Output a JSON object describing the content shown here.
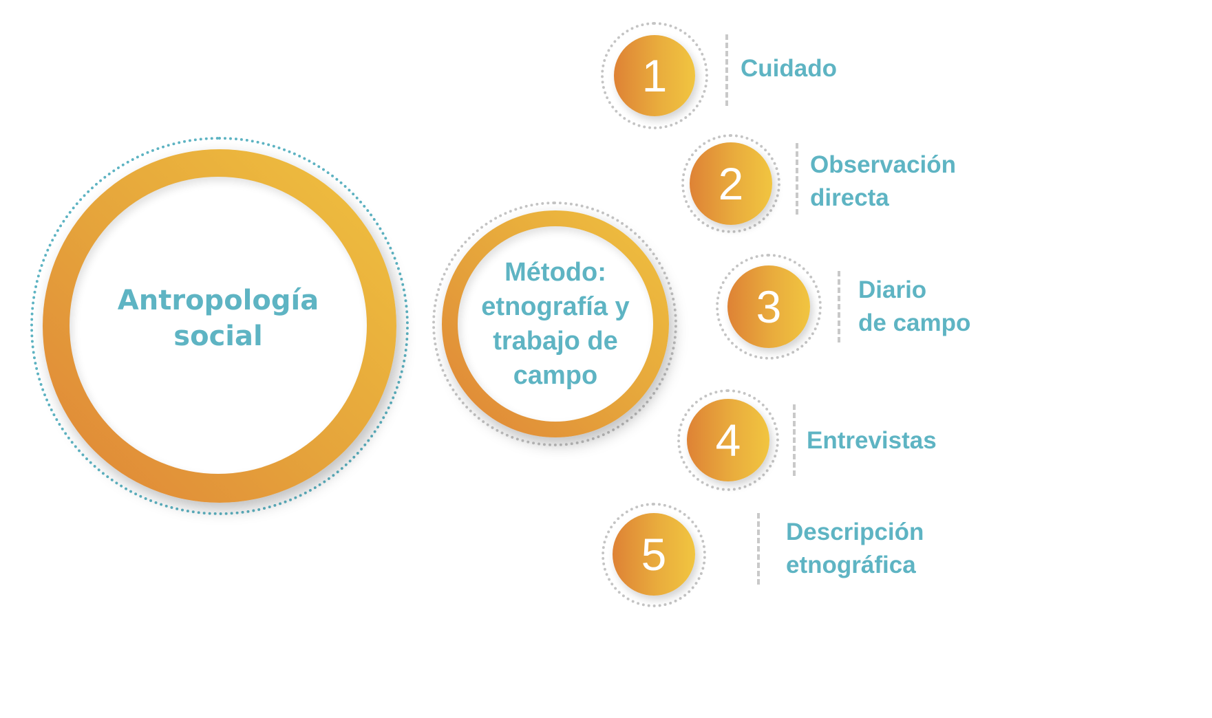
{
  "main": {
    "title": "Antropología\nsocial"
  },
  "method": {
    "title": "Método:\netnografía y\ntrabajo de\ncampo"
  },
  "steps": [
    {
      "number": "1",
      "label": "Cuidado"
    },
    {
      "number": "2",
      "label": "Observación\ndirecta"
    },
    {
      "number": "3",
      "label": "Diario\nde campo"
    },
    {
      "number": "4",
      "label": "Entrevistas"
    },
    {
      "number": "5",
      "label": "Descripción\netnográfica"
    }
  ],
  "colors": {
    "accent_text": "#5eb4c3",
    "gold_start": "#de8235",
    "gold_end": "#f1c540",
    "dotted_blue": "#5db3c2",
    "dotted_gray": "#c4c4c4"
  }
}
